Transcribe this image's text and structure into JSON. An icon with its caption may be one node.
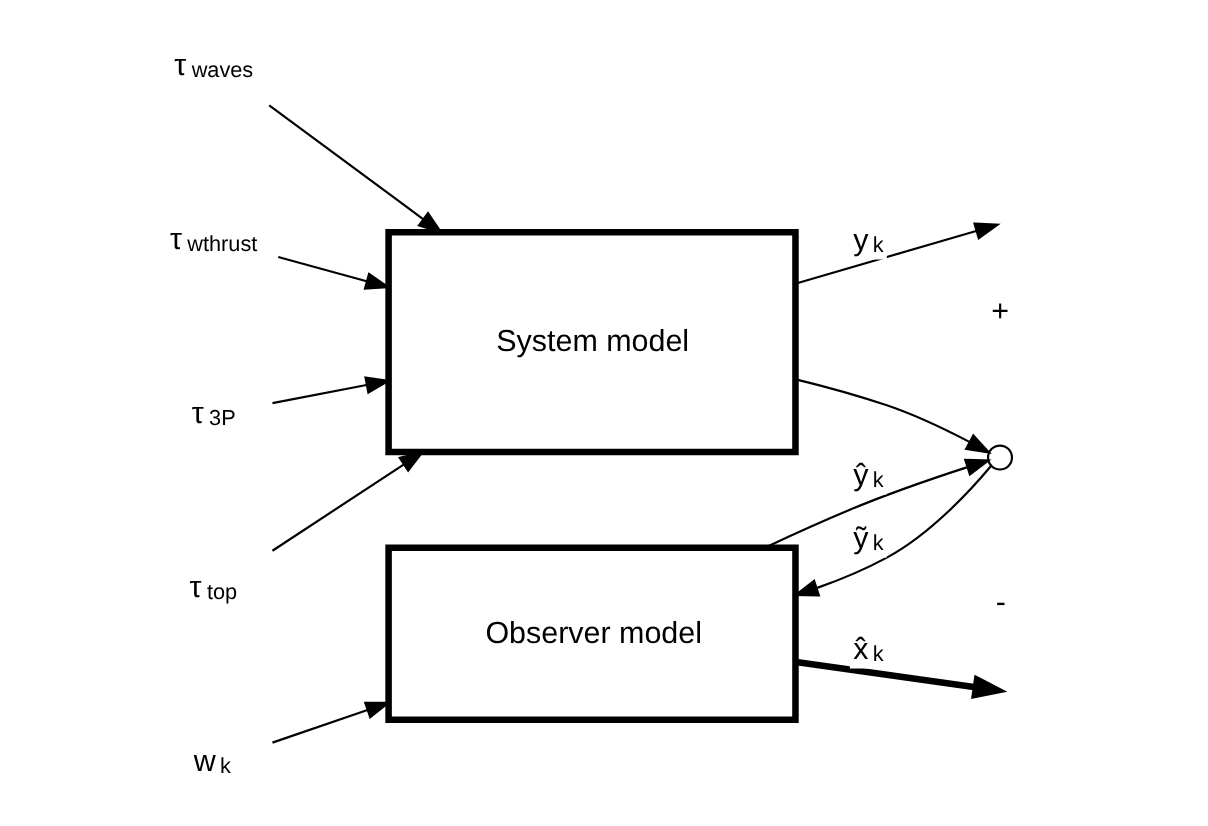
{
  "diagram": {
    "nodes": [
      {
        "text": [
          "τ$_{waves}$"
        ]
      },
      {
        "text": [
          "τ$_{wthrust}$"
        ]
      },
      {
        "text": [
          "τ$_{3P}$"
        ]
      },
      {
        "text": [
          "τ$_{top}$"
        ]
      },
      {
        "text": [
          "System model"
        ]
      },
      {
        "text": [],
        "shape": "circle"
      },
      {
        "text": [
          "Observer model"
        ]
      },
      {
        "text": [
          "w$_{k}$"
        ]
      }
    ],
    "edges": [
      {
        "from": 0,
        "to": 4,
        "arrow": "to"
      },
      {
        "from": 1,
        "to": 4,
        "arrow": "to"
      },
      {
        "from": 2,
        "to": 4,
        "arrow": "to"
      },
      {
        "from": 3,
        "to": 4,
        "arrow": "to"
      },
      {
        "from": 4,
        "to": null,
        "arrow": "to",
        "label": "y$_{k}$"
      },
      {
        "from": 4,
        "to": 5,
        "arrow": "to"
      },
      {
        "from": 6,
        "to": 5,
        "arrow": "to",
        "label": "ŷ$_{k}$"
      },
      {
        "from": 5,
        "to": 6,
        "arrow": "to",
        "label": "ỹ$_{k}$"
      },
      {
        "from": 7,
        "to": 6,
        "arrow": "to"
      },
      {
        "from": 6,
        "to": null,
        "arrow": "to",
        "label": "x̂$_{k}$",
        "style": "thick"
      }
    ],
    "labels": [
      "+",
      "-"
    ]
  }
}
